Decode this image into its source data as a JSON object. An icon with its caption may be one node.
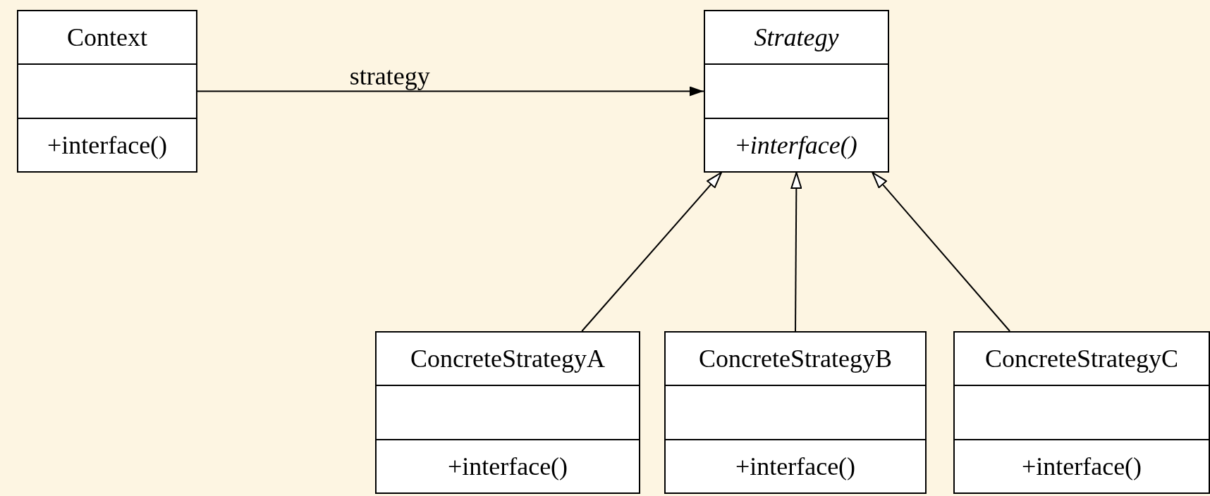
{
  "diagram": {
    "nodes": [
      {
        "text": [
          "Context",
          "+interface()"
        ]
      },
      {
        "text": [
          "Strategy",
          "+*interface()*"
        ]
      },
      {
        "text": [
          "ConcreteStrategyA",
          "+interface()"
        ]
      },
      {
        "text": [
          "ConcreteStrategyB",
          "+interface()"
        ]
      },
      {
        "text": [
          "ConcreteStrategyC",
          "+interface()"
        ]
      }
    ],
    "edges": [
      {
        "from": 0,
        "to": 1,
        "arrow": "to",
        "label": "strategy"
      },
      {
        "from": 2,
        "to": 1,
        "arrow": "to"
      },
      {
        "from": 3,
        "to": 1,
        "arrow": "to"
      },
      {
        "from": 4,
        "to": 1,
        "arrow": "to"
      }
    ]
  }
}
